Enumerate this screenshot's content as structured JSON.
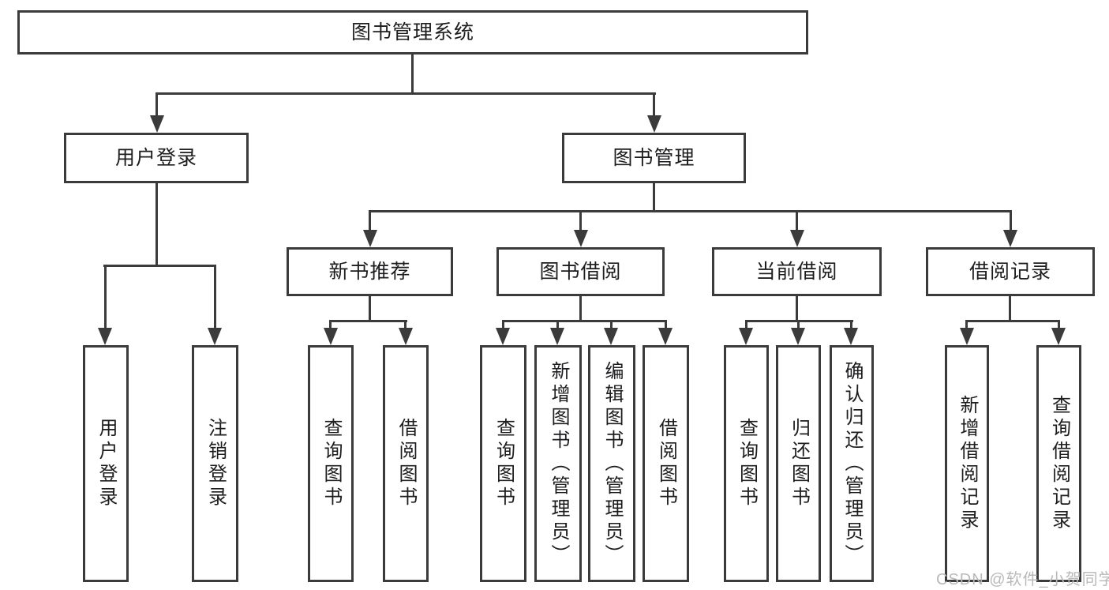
{
  "colors": {
    "line": "#3b3b3b",
    "text": "#1d1d1f",
    "background": "#ffffff",
    "watermark": "#b9b9b9"
  },
  "tree": {
    "label": "图书管理系统",
    "children": [
      {
        "label": "用户登录",
        "children": [
          {
            "label": "用户登录"
          },
          {
            "label": "注销登录"
          }
        ]
      },
      {
        "label": "图书管理",
        "children": [
          {
            "label": "新书推荐",
            "children": [
              {
                "label": "查询图书"
              },
              {
                "label": "借阅图书"
              }
            ]
          },
          {
            "label": "图书借阅",
            "children": [
              {
                "label": "查询图书"
              },
              {
                "label": "新增图书（管理员）"
              },
              {
                "label": "编辑图书（管理员）"
              },
              {
                "label": "借阅图书"
              }
            ]
          },
          {
            "label": "当前借阅",
            "children": [
              {
                "label": "查询图书"
              },
              {
                "label": "归还图书"
              },
              {
                "label": "确认归还（管理员）"
              }
            ]
          },
          {
            "label": "借阅记录",
            "children": [
              {
                "label": "新增借阅记录"
              },
              {
                "label": "查询借阅记录"
              }
            ]
          }
        ]
      }
    ]
  },
  "watermark": {
    "text": "CSDN @软件_小贺同学"
  }
}
